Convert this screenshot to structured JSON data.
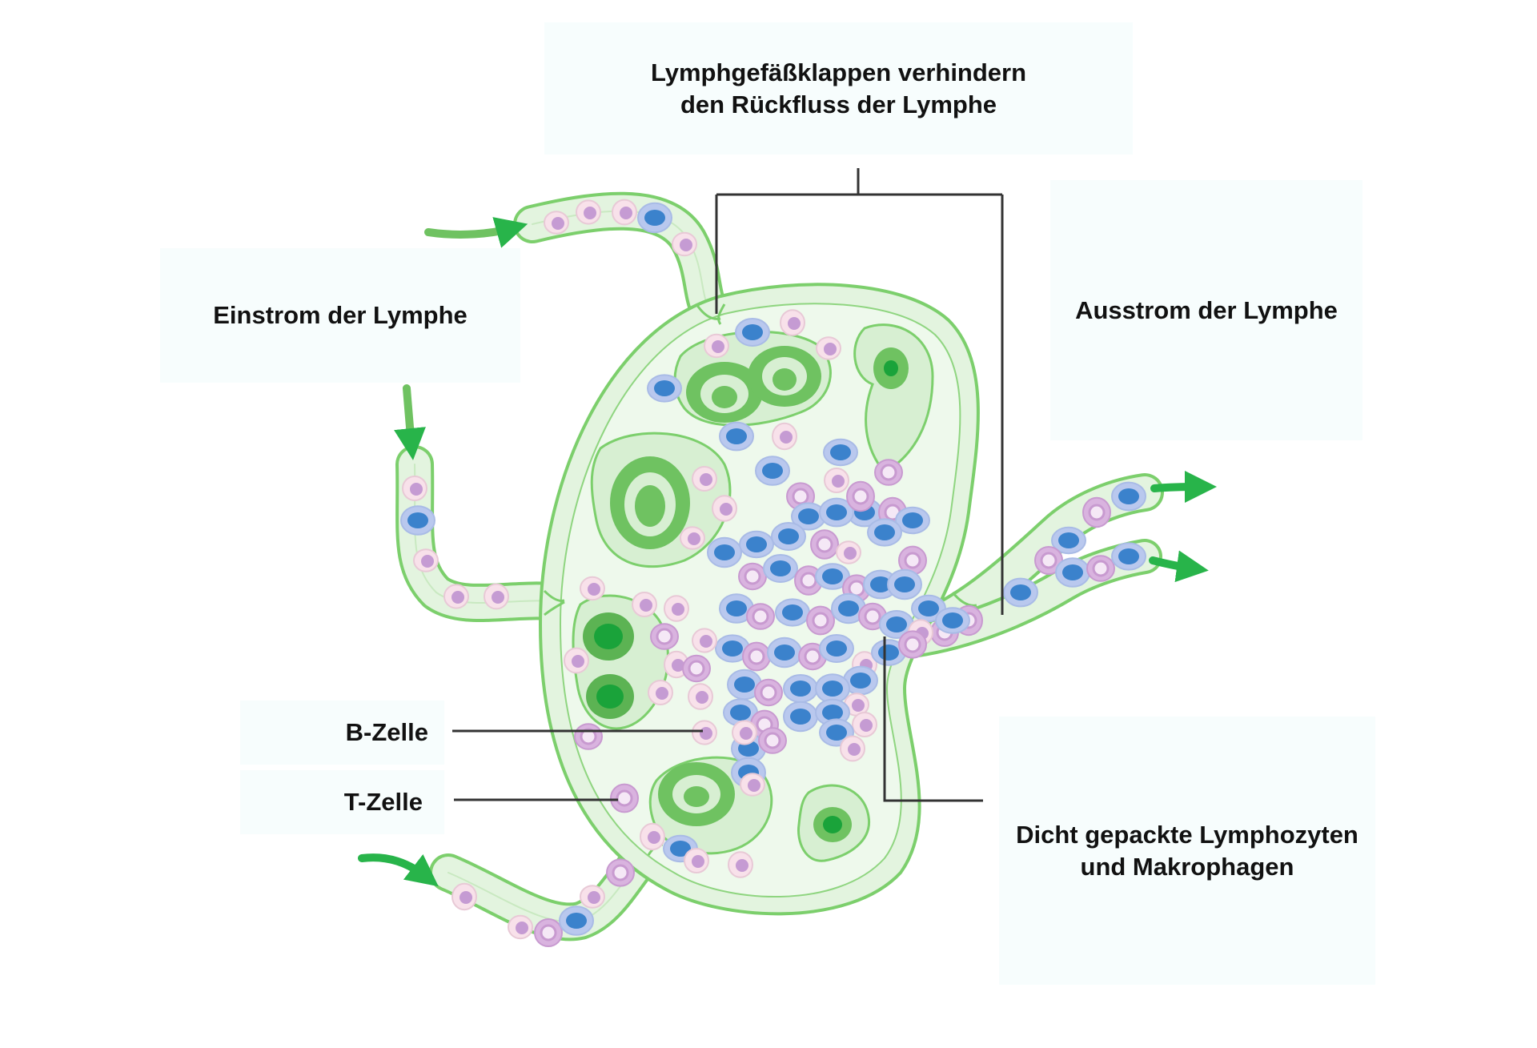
{
  "labels": {
    "valves_line1": "Lymphgefäßklappen verhindern",
    "valves_line2": "den Rückfluss der Lymphe",
    "inflow": "Einstrom der Lymphe",
    "outflow": "Ausstrom der Lymphe",
    "b_cell": "B-Zelle",
    "t_cell": "T-Zelle",
    "packed_line1": "Dicht gepackte Lymphozyten",
    "packed_line2": "und Makrophagen"
  },
  "colors": {
    "background": "#ffffff",
    "panel": "#f7fdfd",
    "node_fill": "#e3f4df",
    "node_stroke": "#7ccf6c",
    "follicle_dark": "#6fc261",
    "follicle_light": "#d7efd2",
    "arrow_green": "#28b44a",
    "b_cell_fill": "#f8e1ea",
    "b_cell_nucleus": "#c59bd3",
    "t_cell_fill": "#b9c8ee",
    "t_cell_nucleus": "#3b82cc",
    "macrophage_fill": "#d9b3df",
    "leader_line": "#333333"
  }
}
